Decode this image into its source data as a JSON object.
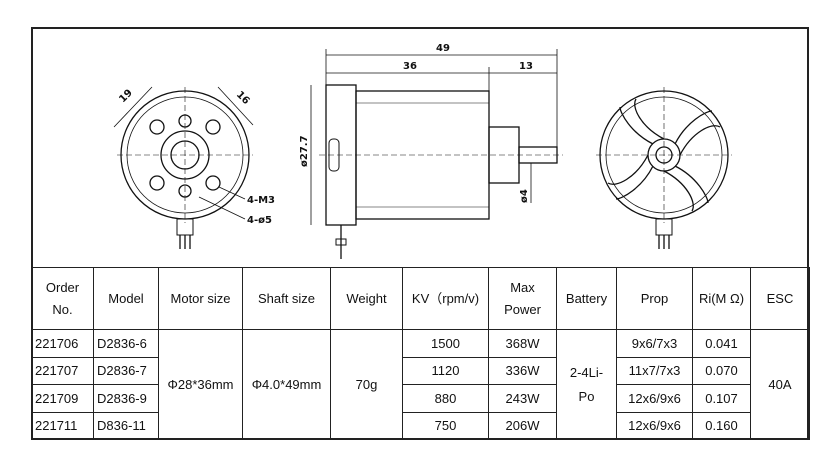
{
  "drawing": {
    "front_dims": {
      "d1": "19",
      "d2": "16",
      "screw_label": "4-M3",
      "hole_label": "4-ø5"
    },
    "side_dims": {
      "overall_length": "49",
      "body_length": "36",
      "shaft_length": "13",
      "diameter": "ø27.7",
      "shaft_diameter": "ø4"
    }
  },
  "table": {
    "headers": {
      "order": [
        "Order",
        "No."
      ],
      "model": "Model",
      "motor_size": "Motor size",
      "shaft_size": "Shaft size",
      "weight": "Weight",
      "kv": "KV（rpm/v)",
      "max_power": [
        "Max",
        "Power"
      ],
      "battery": "Battery",
      "prop": "Prop",
      "ri": "Ri(M Ω)",
      "esc": "ESC"
    },
    "shared": {
      "motor_size": "Φ28*36mm",
      "shaft_size": "Φ4.0*49mm",
      "weight": "70g",
      "battery": [
        "2-4Li-",
        "Po"
      ],
      "esc": "40A"
    },
    "rows": [
      {
        "order": "221706",
        "model": "D2836-6",
        "kv": "1500",
        "power": "368W",
        "prop": "9x6/7x3",
        "ri": "0.041"
      },
      {
        "order": "221707",
        "model": "D2836-7",
        "kv": "1120",
        "power": "336W",
        "prop": "11x7/7x3",
        "ri": "0.070"
      },
      {
        "order": "221709",
        "model": "D2836-9",
        "kv": "880",
        "power": "243W",
        "prop": "12x6/9x6",
        "ri": "0.107"
      },
      {
        "order": "221711",
        "model": "D836-11",
        "kv": "750",
        "power": "206W",
        "prop": "12x6/9x6",
        "ri": "0.160"
      }
    ]
  }
}
